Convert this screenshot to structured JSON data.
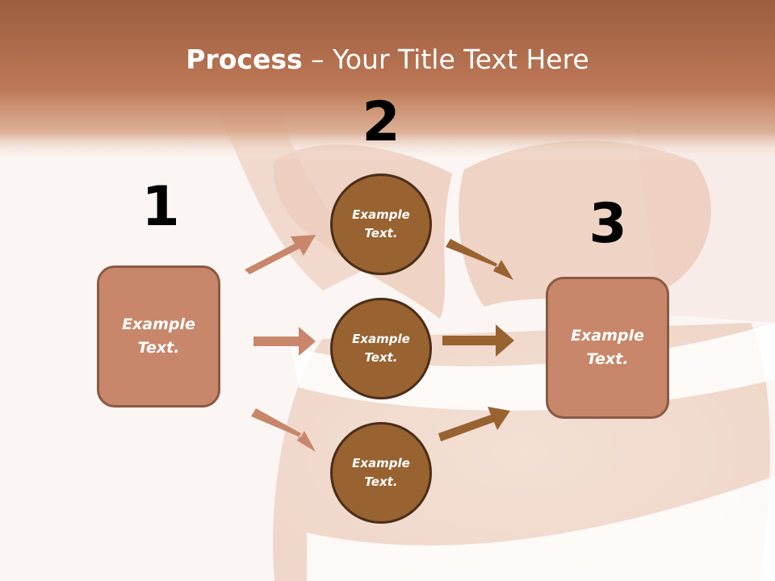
{
  "title": {
    "bold": "Process",
    "rest": " – Your Title Text Here"
  },
  "steps": {
    "one": {
      "number": "1",
      "text": "Example Text."
    },
    "two": {
      "number": "2",
      "items": [
        {
          "text": "Example Text."
        },
        {
          "text": "Example Text."
        },
        {
          "text": "Example Text."
        }
      ]
    },
    "three": {
      "number": "3",
      "text": "Example Text."
    }
  },
  "colors": {
    "header_band": "#b5704f",
    "box_fill": "#c8876a",
    "box_border": "#8a5a44",
    "circle_fill": "#996231",
    "circle_border": "#4a2e18",
    "arrow_light": "#c8876a",
    "arrow_dark": "#996231"
  },
  "background": "faded photo of hands forming a heart shape over a belly"
}
